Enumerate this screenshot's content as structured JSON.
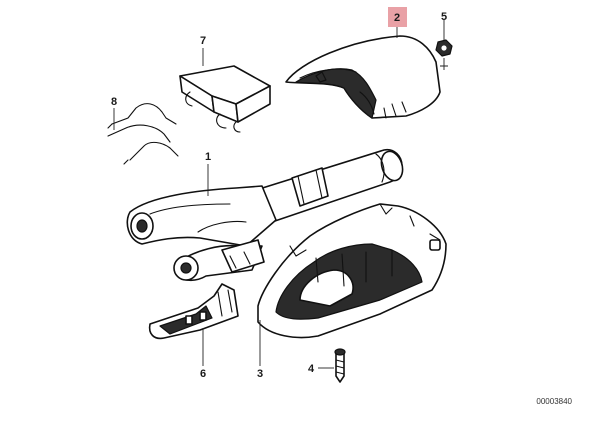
{
  "diagram": {
    "highlight_color": "#e9a1a6",
    "callouts": {
      "p1": "1",
      "p2": "2",
      "p3": "3",
      "p4": "4",
      "p5": "5",
      "p6": "6",
      "p7": "7",
      "p8": "8"
    },
    "highlighted_callout": "2",
    "doc_number": "00003840"
  }
}
